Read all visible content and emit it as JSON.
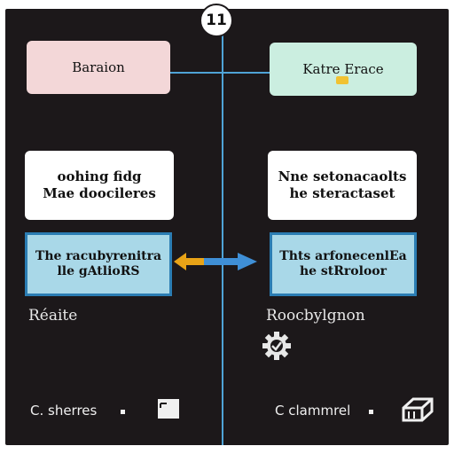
{
  "badge": {
    "number": "11"
  },
  "left": {
    "header": "Baraion",
    "card_lines": [
      "oohing fidg",
      "Mae doocileres"
    ],
    "blue_lines": [
      "The racubyrenitra",
      "lle gAtlioRS"
    ],
    "label": "Réaite",
    "footer": "C. sherres"
  },
  "right": {
    "header": "Katre Erace",
    "card_lines": [
      "Nne setonacaolts",
      "he steractaset"
    ],
    "blue_lines": [
      "Thts arfonecenlEa",
      "he stRroloor"
    ],
    "label": "Roocbylgnon",
    "footer": "C clammrel"
  },
  "colors": {
    "background": "#1c181a",
    "connector": "#4fa3d6",
    "header_left": "#f3d7d8",
    "header_right": "#cbeee0",
    "blue_box": "#a9d8e8",
    "arrow_left": "#e8a317",
    "arrow_right": "#3f8fd6"
  },
  "icons": [
    "double-arrow-icon",
    "gear-icon",
    "rectangle-icon",
    "hex-cube-icon"
  ]
}
